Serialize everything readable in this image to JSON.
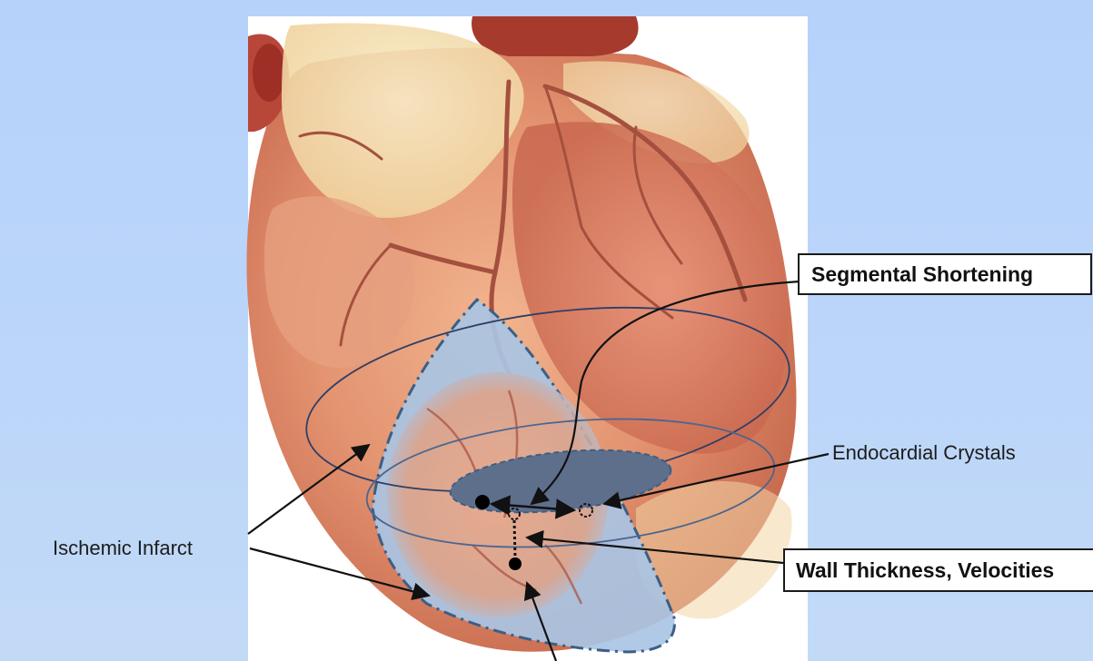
{
  "labels": {
    "segmental_shortening": "Segmental Shortening",
    "endocardial_crystals": "Endocardial Crystals",
    "ischemic_infarct": "Ischemic Infarct",
    "wall_thickness": "Wall Thickness, Velocities"
  },
  "colors": {
    "background": "#b8d3fa",
    "heart_base": "#e8a47e",
    "heart_muscle": "#d9775a",
    "fat": "#f3dfb1",
    "vessel": "#a5503e",
    "infarct_overlay": "#a9c4e4",
    "infarct_border": "#3b5f86",
    "crystal_plane": "#5e6f8c",
    "ellipse_stroke": "#2f3f66"
  },
  "icons": [
    "crystal-solid-dot",
    "crystal-dashed-dot",
    "arrow-icon"
  ]
}
